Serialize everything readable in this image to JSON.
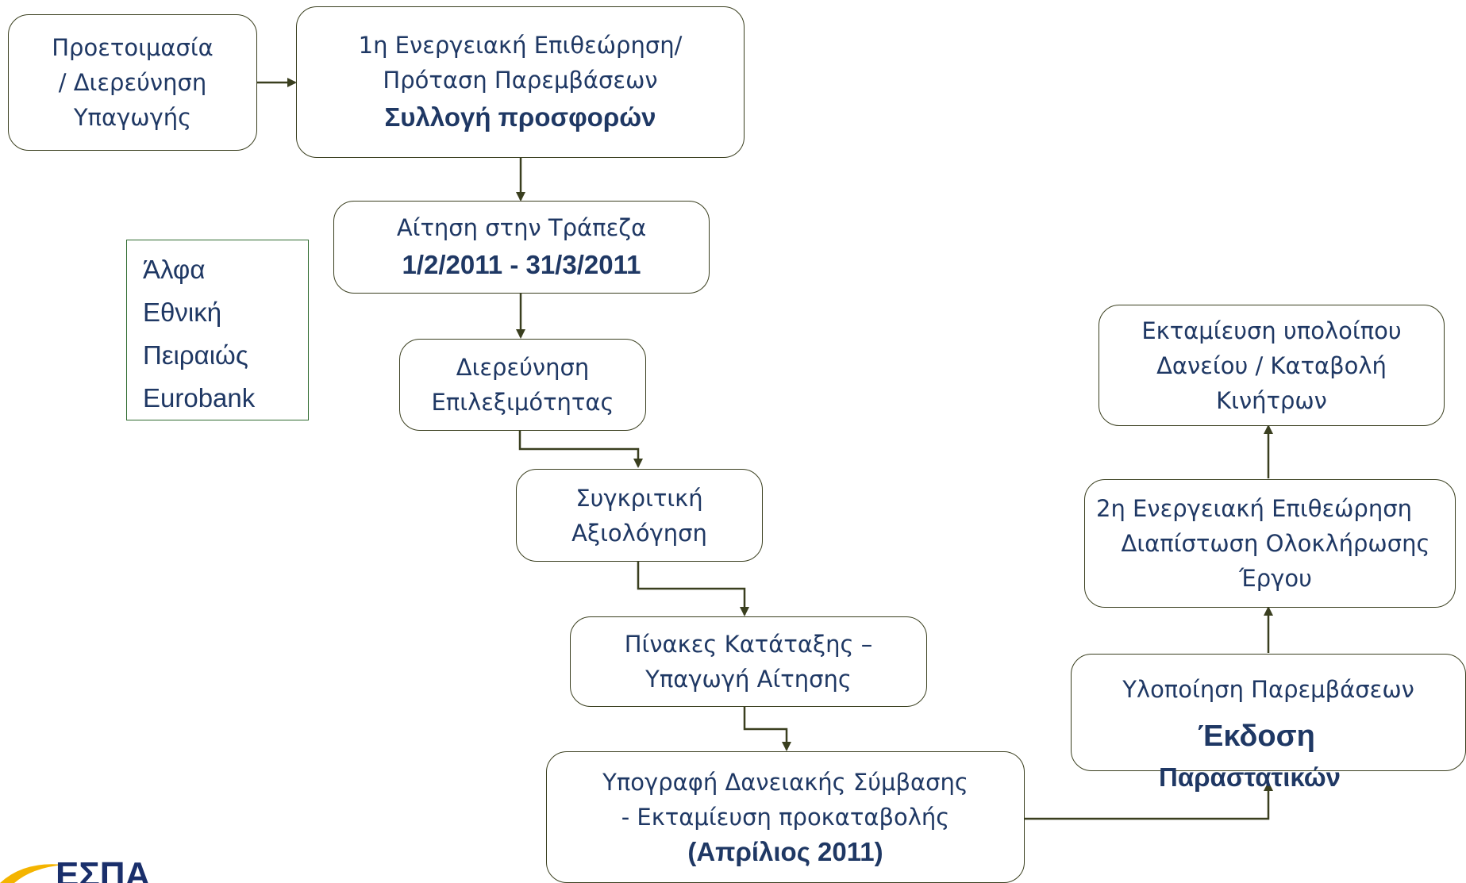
{
  "steps": {
    "prep": {
      "lines": [
        "Προετοιμασία",
        "/ Διερεύνηση",
        "Υπαγωγής"
      ]
    },
    "audit1": {
      "line1": "1η Ενεργειακή Επιθεώρηση/",
      "line2": "Πρόταση Παρεμβάσεων",
      "bold": "Συλλογή προσφορών"
    },
    "application": {
      "line1": "Αίτηση στην Τράπεζα",
      "bold": "1/2/2011 - 31/3/2011"
    },
    "eligibility": {
      "lines": [
        "Διερεύνηση",
        "Επιλεξιμότητας"
      ]
    },
    "comparative": {
      "lines": [
        "Συγκριτική",
        "Αξιολόγηση"
      ]
    },
    "ranking": {
      "lines": [
        "Πίνακες Κατάταξης –",
        "Υπαγωγή Αίτησης"
      ]
    },
    "loan": {
      "lines": [
        "Υπογραφή Δανειακής Σύμβασης",
        "- Εκταμίευση προκαταβολής"
      ],
      "bold": "(Απρίλιος 2011)"
    },
    "implementation": {
      "line1": "Υλοποίηση Παρεμβάσεων",
      "bold1": "Έκδοση",
      "bold2": "Παραστατικών"
    },
    "audit2": {
      "line1": "2η  Ενεργειακή Επιθεώρηση",
      "line2": "Διαπίστωση Ολοκλήρωσης",
      "line3": "Έργου"
    },
    "disbursement": {
      "lines": [
        "Εκταμίευση υπολοίπου",
        "Δανείου / Καταβολή",
        "Κινήτρων"
      ]
    }
  },
  "banks": [
    "Άλφα",
    "Εθνική",
    "Πειραιώς",
    "Eurobank"
  ],
  "logo": {
    "text": "ΕΣΠΑ"
  },
  "colors": {
    "text": "#1f3864",
    "border": "#3a3f1f",
    "connector": "#3a3f1f"
  }
}
